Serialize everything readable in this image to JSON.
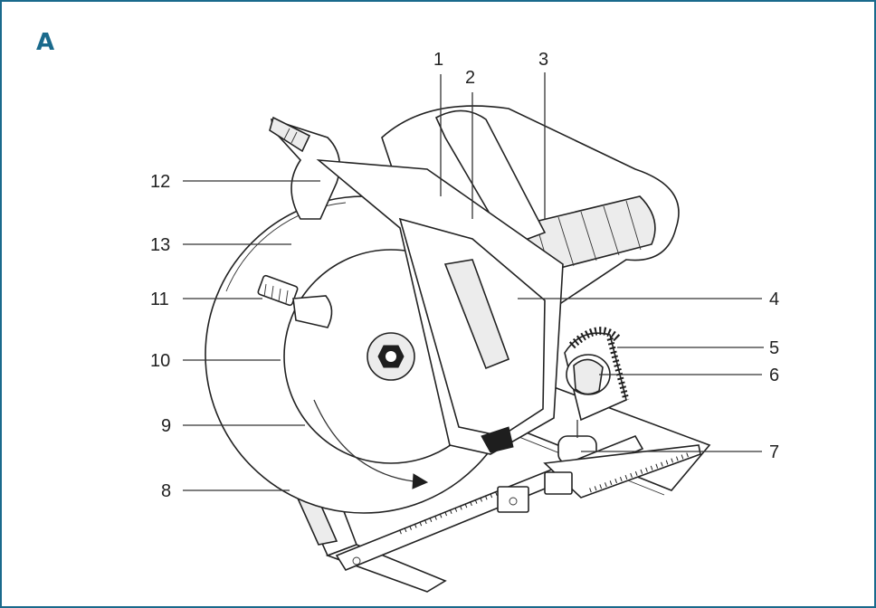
{
  "figure": {
    "panel_label": "A",
    "accent_color": "#1a6a8c",
    "callouts": [
      {
        "id": "1",
        "label": "1"
      },
      {
        "id": "2",
        "label": "2"
      },
      {
        "id": "3",
        "label": "3"
      },
      {
        "id": "4",
        "label": "4"
      },
      {
        "id": "5",
        "label": "5"
      },
      {
        "id": "6",
        "label": "6"
      },
      {
        "id": "7",
        "label": "7"
      },
      {
        "id": "8",
        "label": "8"
      },
      {
        "id": "9",
        "label": "9"
      },
      {
        "id": "10",
        "label": "10"
      },
      {
        "id": "11",
        "label": "11"
      },
      {
        "id": "12",
        "label": "12"
      },
      {
        "id": "13",
        "label": "13"
      }
    ]
  }
}
